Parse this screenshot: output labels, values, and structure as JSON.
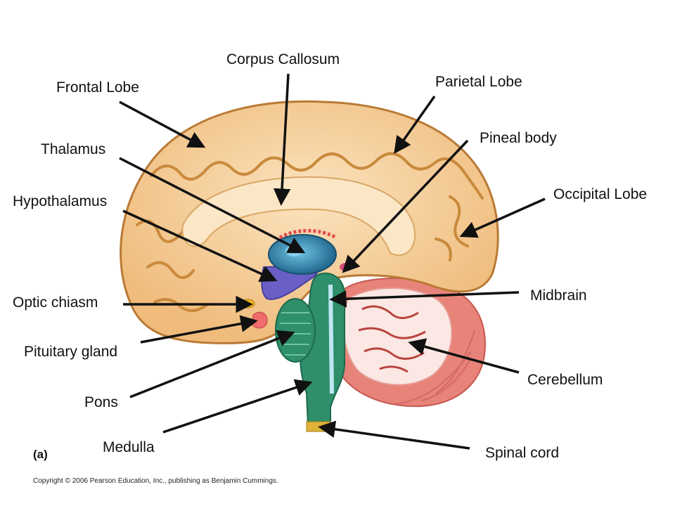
{
  "labels": {
    "corpus_callosum": "Corpus Callosum",
    "frontal_lobe": "Frontal Lobe",
    "parietal_lobe": "Parietal Lobe",
    "pineal_body": "Pineal body",
    "thalamus": "Thalamus",
    "occipital_lobe": "Occipital Lobe",
    "hypothalamus": "Hypothalamus",
    "midbrain": "Midbrain",
    "optic_chiasm": "Optic chiasm",
    "pituitary_gland": "Pituitary gland",
    "cerebellum": "Cerebellum",
    "pons": "Pons",
    "medulla": "Medulla",
    "spinal_cord": "Spinal cord"
  },
  "panel_label": "(a)",
  "copyright": "Copyright © 2006 Pearson Education, Inc., publishing as Benjamin Cummings.",
  "colors": {
    "cortex": "#f3c98d",
    "cortex_light": "#fbe6c6",
    "sulcus": "#c98a3c",
    "cerebellum": "#e8837a",
    "cerebellum_white": "#fbe7e3",
    "brainstem": "#2f8f6a",
    "thalamus": "#2a7fa3",
    "hypothalamus": "#6a5fc4",
    "pituitary": "#f06b6b",
    "optic_chiasm": "#f2b51e"
  }
}
